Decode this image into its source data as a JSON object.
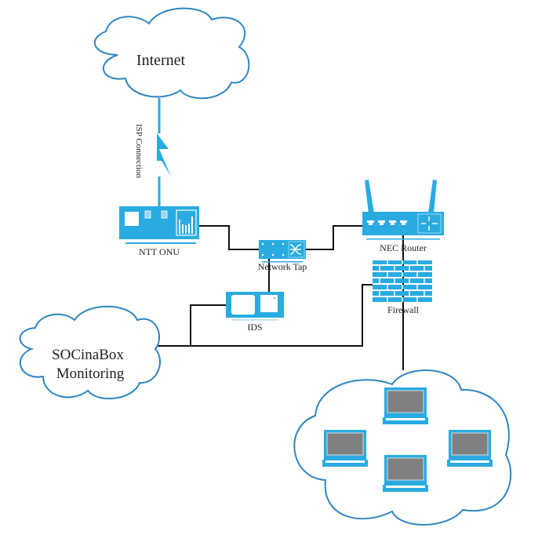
{
  "diagram": {
    "type": "network-topology",
    "colors": {
      "device": "#29abe2",
      "cloud_outline": "#2e86c1",
      "wire": "#111111",
      "isp_link": "#29abe2",
      "screen": "#808080"
    },
    "nodes": {
      "internet": {
        "label": "Internet",
        "kind": "cloud"
      },
      "isp": {
        "label": "ISP Connection",
        "kind": "wireless-link"
      },
      "onu": {
        "label": "NTT ONU",
        "kind": "modem"
      },
      "tap": {
        "label": "Network Tap",
        "kind": "network-tap"
      },
      "ids": {
        "label": "IDS",
        "kind": "ids-appliance"
      },
      "router": {
        "label": "NEC Router",
        "kind": "wireless-router"
      },
      "firewall": {
        "label": "Firewall",
        "kind": "firewall"
      },
      "soc": {
        "line1": "SOCinaBox",
        "line2": "Monitoring",
        "kind": "cloud"
      },
      "lan": {
        "kind": "cloud",
        "laptops": 4
      }
    },
    "edges": [
      [
        "internet",
        "onu"
      ],
      [
        "onu",
        "tap"
      ],
      [
        "tap",
        "router"
      ],
      [
        "tap",
        "ids"
      ],
      [
        "ids",
        "soc"
      ],
      [
        "firewall",
        "soc"
      ],
      [
        "router",
        "lan"
      ]
    ]
  }
}
